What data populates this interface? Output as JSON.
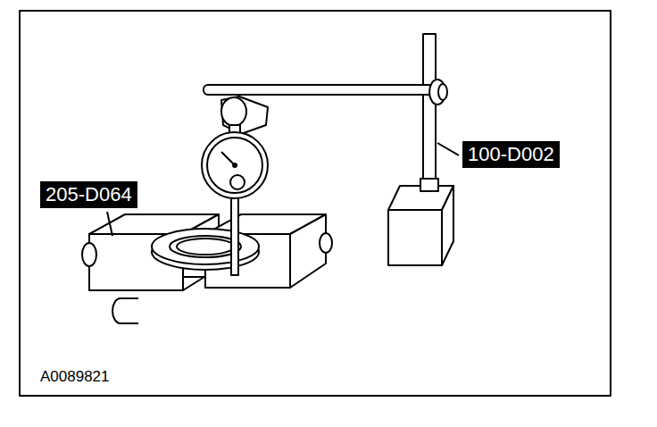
{
  "diagram": {
    "labels": [
      "205-D064",
      "100-D002",
      "A0089821"
    ]
  }
}
